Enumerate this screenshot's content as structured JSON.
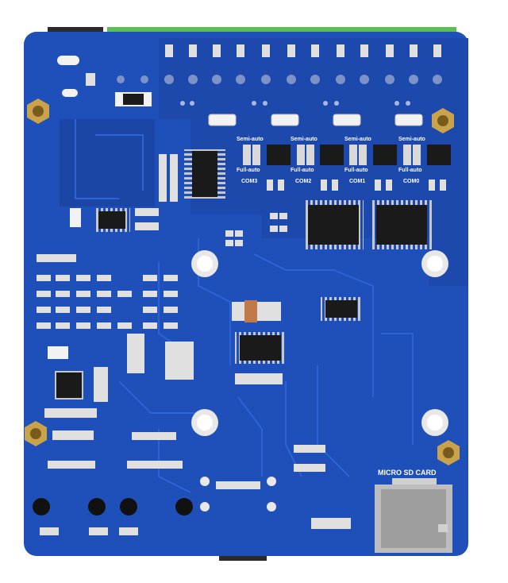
{
  "image": {
    "subject": "pcb-board-bottom-side",
    "colors": {
      "background": "#ffffff",
      "pcb": "#1f4fb8",
      "pcb_dark": "#1a3f9a",
      "trace": "#2a5fd0",
      "silkscreen": "#ffffff",
      "pad": "#d9d9d9",
      "chip": "#1a1a1a",
      "brass": "#c9a24a",
      "connector_green": "#5bbf55"
    }
  },
  "silkscreen": {
    "semi_auto": "Semi-auto",
    "full_auto": "Full-auto",
    "com_labels": [
      "COM3",
      "COM2",
      "COM1",
      "COM0"
    ],
    "sd_card": "MICRO SD CARD"
  }
}
